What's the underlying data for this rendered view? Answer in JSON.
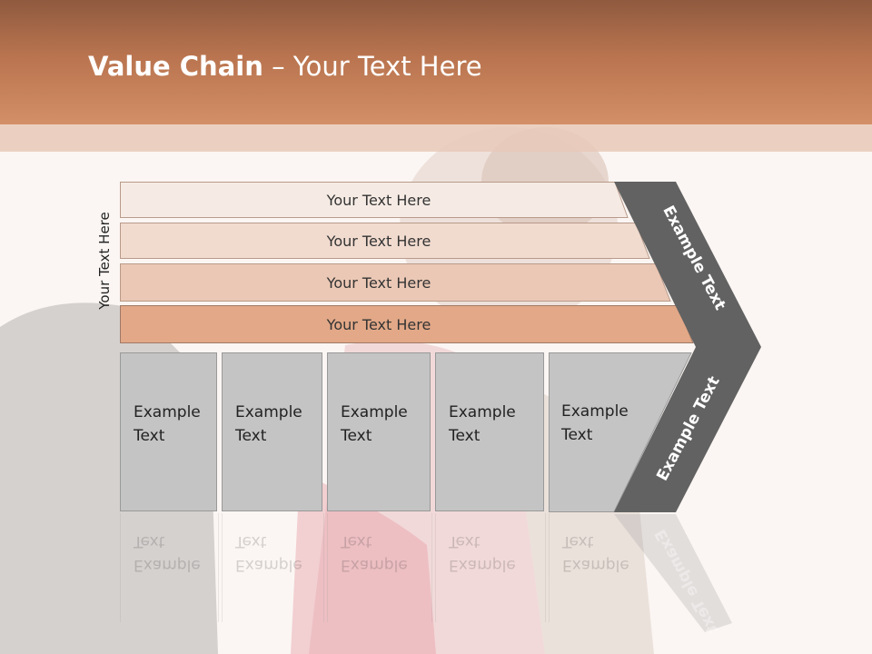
{
  "title": {
    "bold": "Value Chain",
    "rest": " – Your Text Here"
  },
  "side_label": "Your Text Here",
  "bars": [
    {
      "label": "Your Text Here",
      "fill": "#f6ebe4"
    },
    {
      "label": "Your Text Here",
      "fill": "#f1dbcf"
    },
    {
      "label": "Your Text Here",
      "fill": "#ebc8b5"
    },
    {
      "label": "Your Text Here",
      "fill": "#e2a887"
    }
  ],
  "boxes": [
    {
      "label": "Example\nText"
    },
    {
      "label": "Example\nText"
    },
    {
      "label": "Example\nText"
    },
    {
      "label": "Example\nText"
    },
    {
      "label": "Example\nText"
    }
  ],
  "chevron": {
    "upper_label": "Example Text",
    "lower_label": "Example Text",
    "fill": "#626262"
  },
  "colors": {
    "header": "#c98159",
    "accent": "#e2a887"
  }
}
